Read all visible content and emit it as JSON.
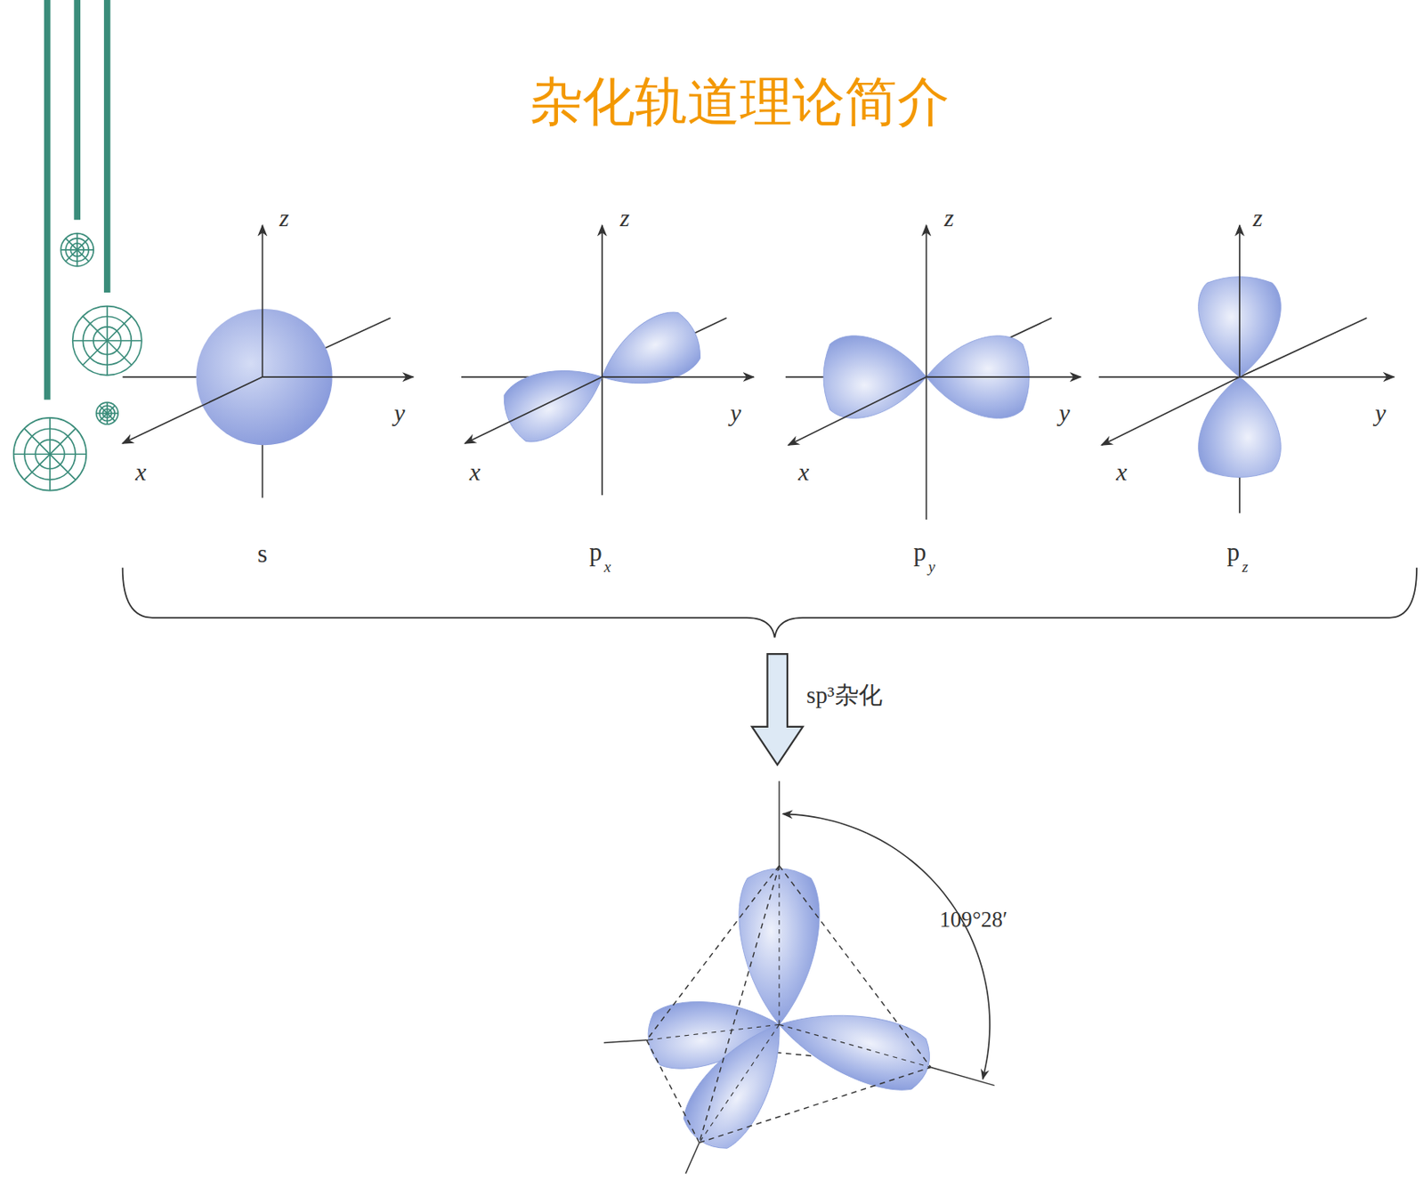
{
  "diagram": {
    "title": "杂化轨道理论简介",
    "labels": [
      "z",
      "y",
      "x",
      "s",
      "z",
      "y",
      "x",
      "p",
      "x",
      "z",
      "y",
      "x",
      "p",
      "y",
      "z",
      "y",
      "x",
      "p",
      "z",
      "sp³杂化",
      "109°28′"
    ]
  }
}
